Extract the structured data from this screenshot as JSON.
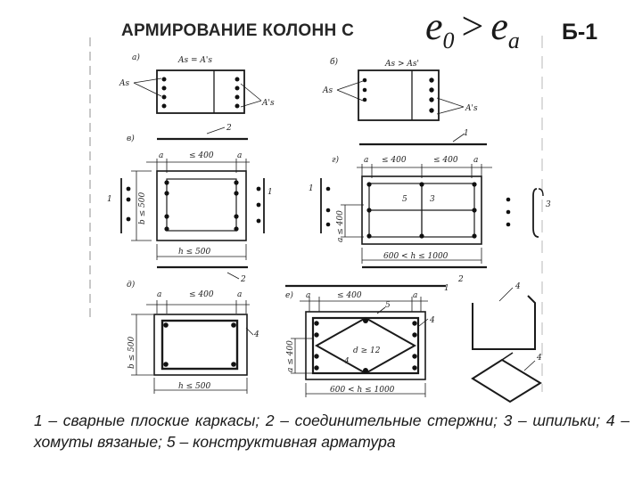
{
  "header": {
    "title": "АРМИРОВАНИЕ КОЛОНН С",
    "formula": {
      "left_symbol": "e",
      "left_sub": "0",
      "operator": ">",
      "right_symbol": "e",
      "right_sub": "a"
    },
    "code": "Б-1"
  },
  "drawing": {
    "panel_a": {
      "letter": "а)",
      "formula": "As = A's",
      "left_label": "As",
      "right_label": "A's"
    },
    "panel_b": {
      "letter": "б)",
      "formula": "As > As'",
      "left_label": "As",
      "right_label": "A's"
    },
    "panel_v": {
      "letter": "в)",
      "a_left": "a",
      "a_top": "≤ 400",
      "a_right": "a",
      "b_dim": "b ≤ 500",
      "h_dim": "h ≤ 500",
      "n1_left": "1",
      "n1_right": "1",
      "n2_top": "2",
      "n2_bottom": "2"
    },
    "panel_g": {
      "letter": "г)",
      "a_left": "a",
      "dim1": "≤ 400",
      "dim2": "≤ 400",
      "a_right": "a",
      "side_dim": "a ≤ 400",
      "bottom_dim": "600 < h ≤ 1000",
      "n1_top": "1",
      "n1_left": "1",
      "n2_bottom": "2",
      "n5": "5",
      "n3": "3",
      "n3_side": "3"
    },
    "panel_d": {
      "letter": "д)",
      "a_left": "a",
      "a_top": "≤ 400",
      "a_right": "a",
      "b_dim": "b ≤ 500",
      "h_dim": "h ≤ 500",
      "n4": "4"
    },
    "panel_e": {
      "letter": "е)",
      "a_left": "a",
      "a_top": "≤ 400",
      "a_right": "a",
      "d_label": "d ≥ 12",
      "side_dim": "a ≤ 400",
      "bottom_dim": "600 < h ≤ 1000",
      "n5": "5",
      "n4_right": "4",
      "n4_inner": "4",
      "n1": "1"
    },
    "panel_hooks": {
      "n4_top": "4",
      "n4_bottom": "4"
    }
  },
  "legend": {
    "item1": "1 – сварные плоские каркасы; 2 – соединительные стержни;",
    "item3": "3 – шпильки; 4 – хомуты вязаные; 5 – конструктивная арматура"
  }
}
